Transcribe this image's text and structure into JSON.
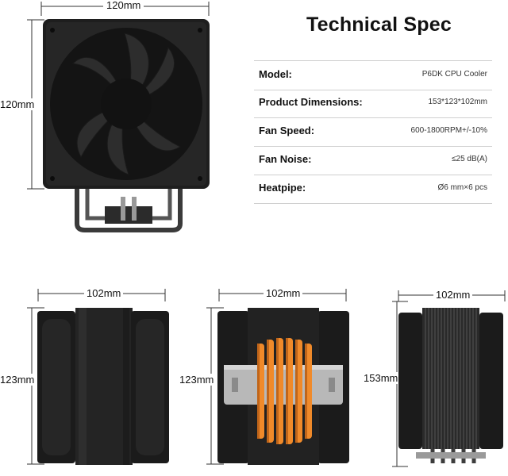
{
  "spec": {
    "title": "Technical Spec",
    "rows": [
      {
        "label": "Model:",
        "value": "P6DK CPU Cooler"
      },
      {
        "label": "Product Dimensions:",
        "value": "153*123*102mm"
      },
      {
        "label": "Fan Speed:",
        "value": "600-1800RPM+/-10%"
      },
      {
        "label": "Fan Noise:",
        "value": "≤25 dB(A)"
      },
      {
        "label": "Heatpipe:",
        "value": "Ø6 mm×6 pcs"
      }
    ]
  },
  "front_view": {
    "width_label": "120mm",
    "height_label": "120mm"
  },
  "side_view_1": {
    "width_label": "102mm",
    "height_label": "123mm"
  },
  "side_view_2": {
    "width_label": "102mm",
    "height_label": "123mm"
  },
  "side_view_3": {
    "width_label": "102mm",
    "height_label": "153mm"
  },
  "colors": {
    "fan": "#1c1c1c",
    "frame": "#2a2a2a",
    "copper": "#f08a2a",
    "metal": "#b8b8b8"
  }
}
